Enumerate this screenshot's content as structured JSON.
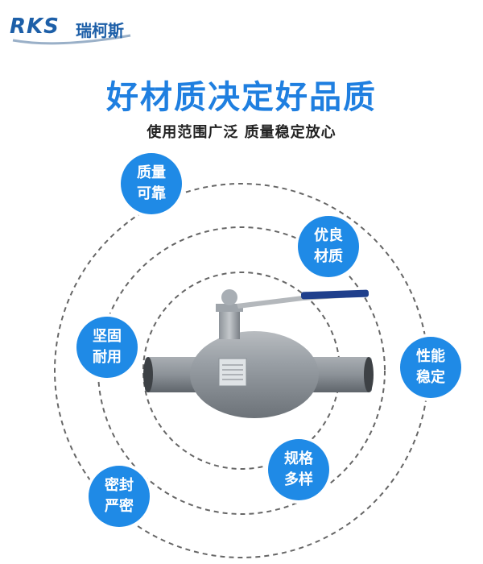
{
  "logo": {
    "latin": "RKS",
    "chinese": "瑞柯斯"
  },
  "title": "好材质决定好品质",
  "subtitle": "使用范围广泛  质量稳定放心",
  "badges": [
    {
      "line1": "质量",
      "line2": "可靠"
    },
    {
      "line1": "优良",
      "line2": "材质"
    },
    {
      "line1": "坚固",
      "line2": "耐用"
    },
    {
      "line1": "性能",
      "line2": "稳定"
    },
    {
      "line1": "规格",
      "line2": "多样"
    },
    {
      "line1": "密封",
      "line2": "严密"
    }
  ],
  "colors": {
    "accent": "#1f8ae6",
    "title": "#1f7fe0",
    "logo": "#1d5fa8",
    "ring": "#666666"
  }
}
